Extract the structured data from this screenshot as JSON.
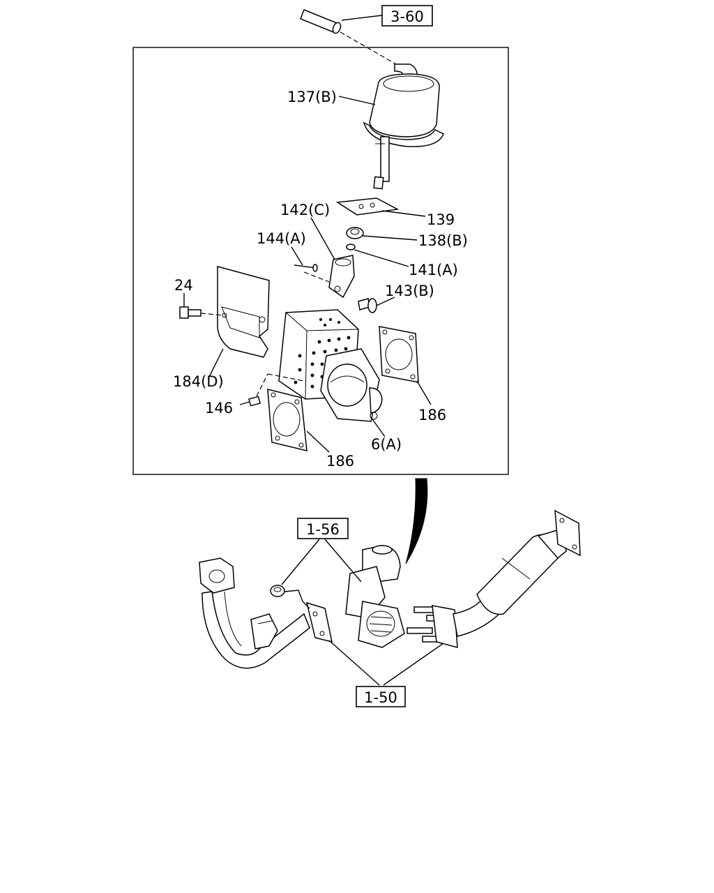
{
  "refs": {
    "ref_3_60": "3-60",
    "ref_1_56": "1-56",
    "ref_1_50": "1-50"
  },
  "callouts": {
    "c137b": "137(B)",
    "c142c": "142(C)",
    "c139": "139",
    "c138b": "138(B)",
    "c144a": "144(A)",
    "c141a": "141(A)",
    "c24": "24",
    "c143b": "143(B)",
    "c184d": "184(D)",
    "c146": "146",
    "c186a": "186",
    "c186b": "186",
    "c6a": "6(A)"
  }
}
